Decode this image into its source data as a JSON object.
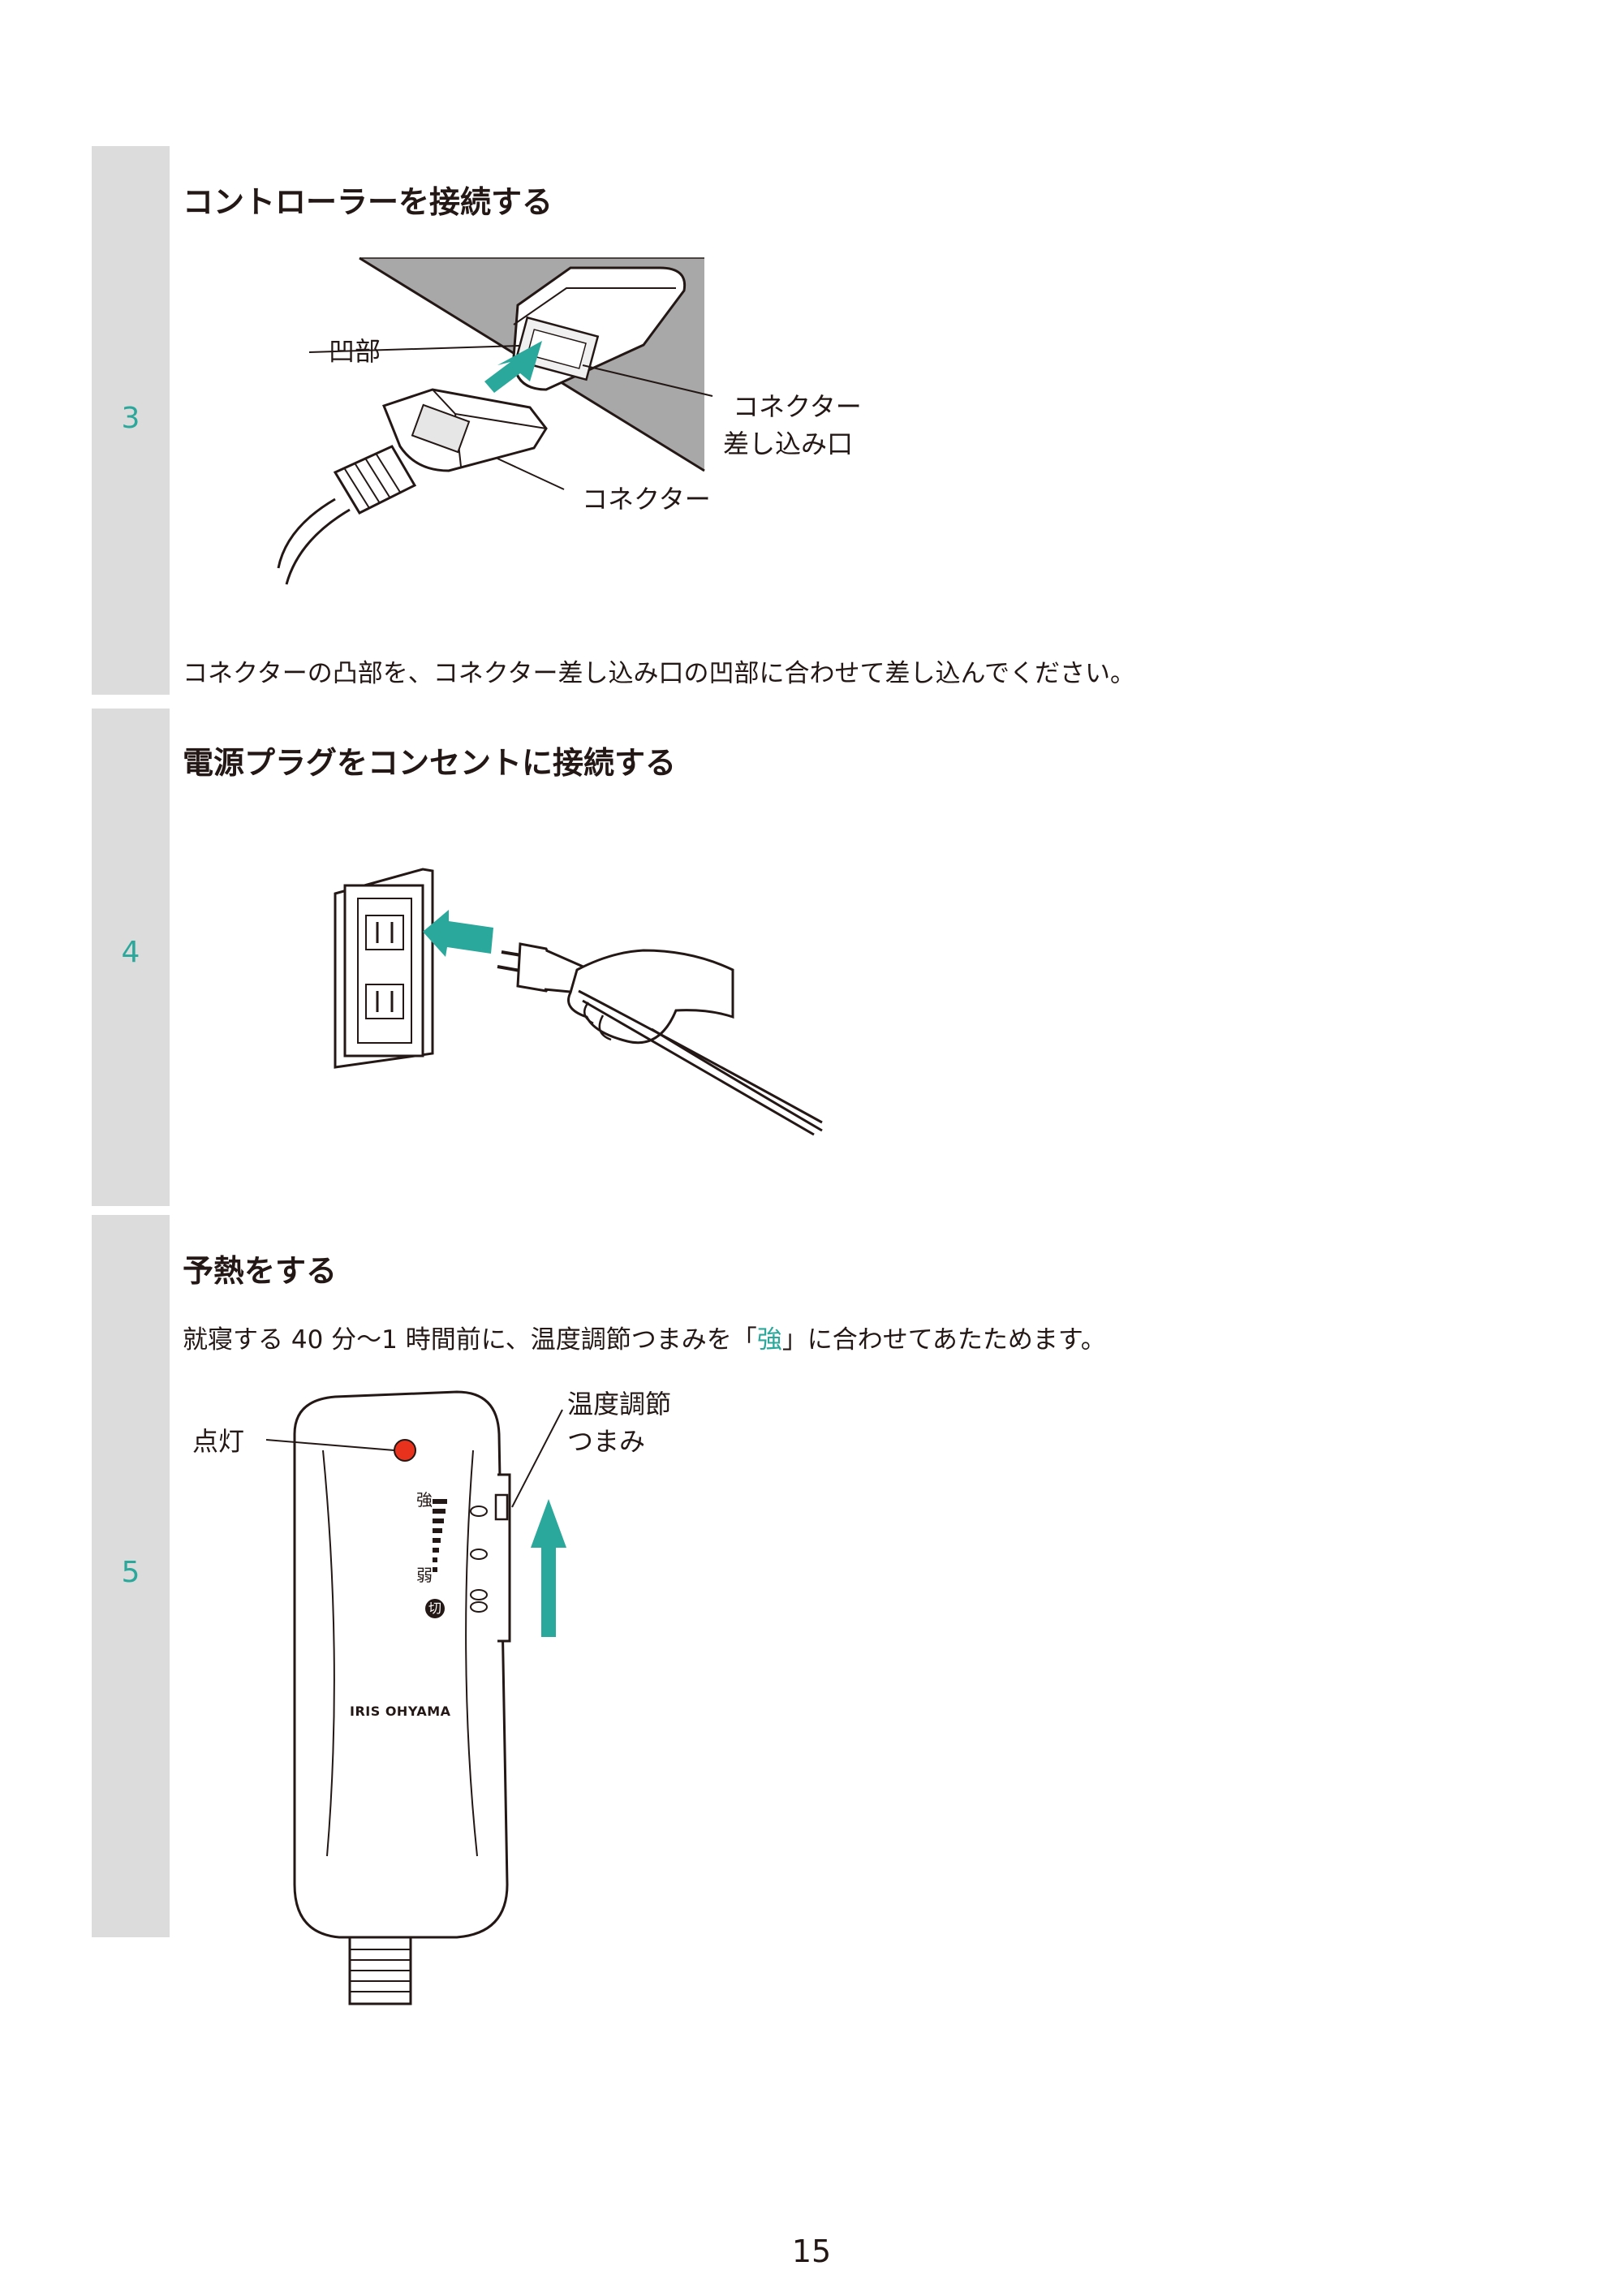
{
  "steps": [
    {
      "number": "3",
      "title": "コントローラーを接続する",
      "text": "コネクターの凸部を、コネクター差し込み口の凹部に合わせて差し込んでください。",
      "callouts": {
        "recess": "凹部",
        "inlet_line1": "コネクター",
        "inlet_line2": "差し込み口",
        "connector": "コネクター"
      }
    },
    {
      "number": "4",
      "title": "電源プラグをコンセントに接続する"
    },
    {
      "number": "5",
      "title": "予熱をする",
      "text_before": "就寝する 40 分～1 時間前に、温度調節つまみを「",
      "text_highlight": "強",
      "text_after": "」に合わせてあたためます。",
      "callouts": {
        "lamp": "点灯",
        "knob_line1": "温度調節",
        "knob_line2": "つまみ"
      },
      "controller": {
        "brand": "IRIS OHYAMA",
        "strong_label": "強",
        "weak_label": "弱",
        "off_label": "切",
        "lamp_color": "#e8321e"
      }
    }
  ],
  "page_number": "15",
  "colors": {
    "accent": "#2aa89b",
    "bar": "#dcdcdc"
  }
}
